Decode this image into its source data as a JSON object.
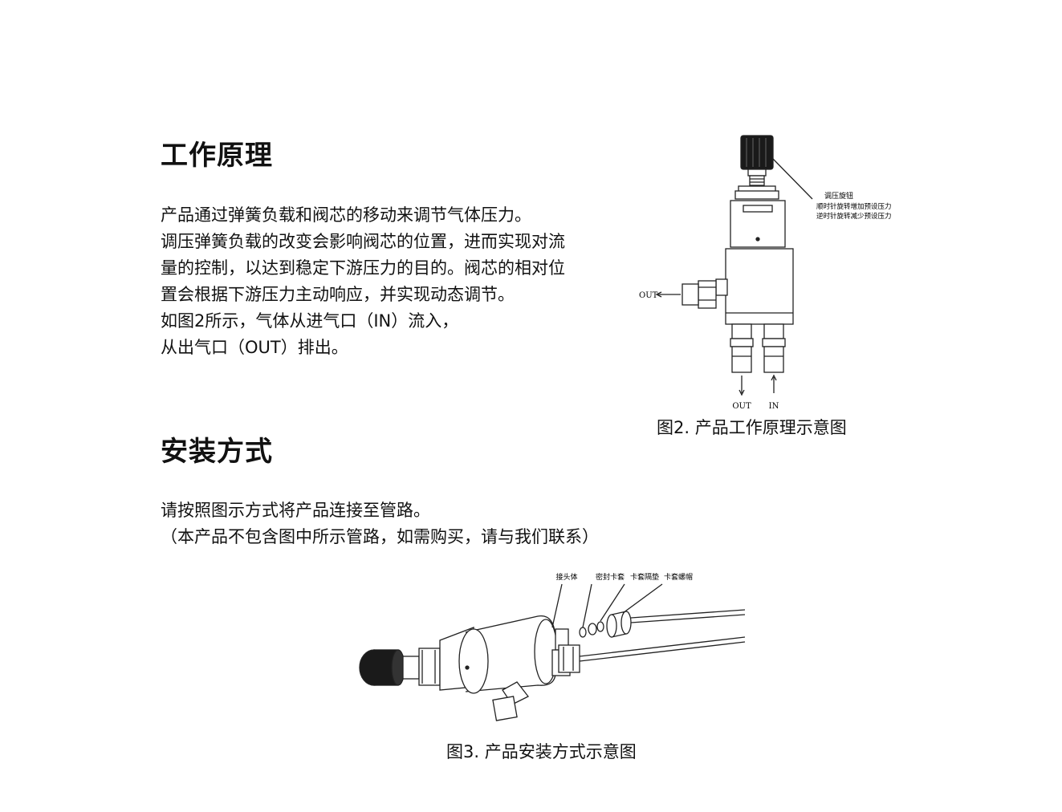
{
  "section1": {
    "title": "工作原理",
    "lines": [
      "产品通过弹簧负载和阀芯的移动来调节气体压力。",
      "调压弹簧负载的改变会影响阀芯的位置，进而实现对流",
      "量的控制，以达到稳定下游压力的目的。阀芯的相对位",
      "置会根据下游压力主动响应，并实现动态调节。",
      "如图2所示，气体从进气口（IN）流入，",
      "从出气口（OUT）排出。"
    ]
  },
  "figure2": {
    "caption": "图2. 产品工作原理示意图",
    "knob_label": "调压旋钮",
    "knob_note1": "顺时针旋转增加预设压力",
    "knob_note2": "逆时针旋转减少预设压力",
    "out_side": "OUT",
    "out_bottom": "OUT",
    "in_bottom": "IN"
  },
  "section2": {
    "title": "安装方式",
    "lines": [
      "请按照图示方式将产品连接至管路。",
      "（本产品不包含图中所示管路，如需购买，请与我们联系）"
    ]
  },
  "figure3": {
    "caption": "图3. 产品安装方式示意图",
    "labels": [
      "接头体",
      "密封卡套",
      "卡套隔垫",
      "卡套螺帽"
    ]
  }
}
